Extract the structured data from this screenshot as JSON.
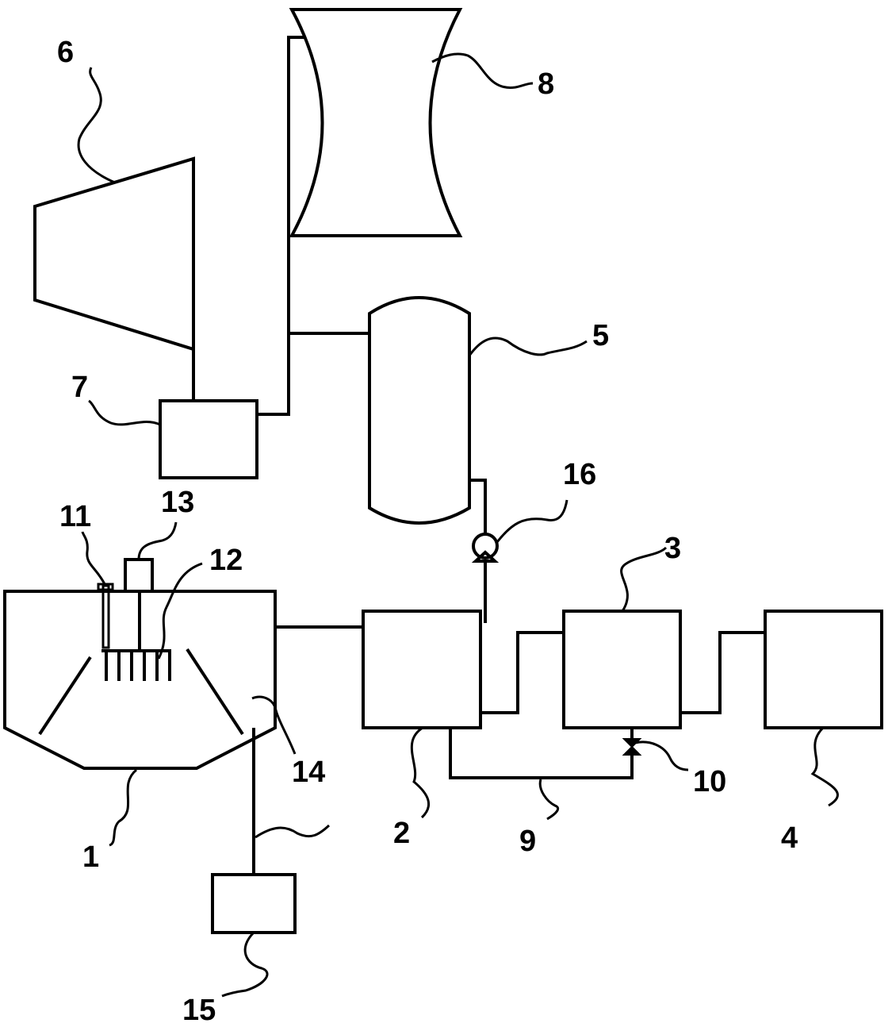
{
  "colors": {
    "line": "#000000",
    "background": "#ffffff"
  },
  "labels": {
    "l1": "1",
    "l2": "2",
    "l3": "3",
    "l4": "4",
    "l5": "5",
    "l6": "6",
    "l7": "7",
    "l8": "8",
    "l9": "9",
    "l10": "10",
    "l11": "11",
    "l12": "12",
    "l13": "13",
    "l14": "14",
    "l15": "15",
    "l16": "16"
  }
}
